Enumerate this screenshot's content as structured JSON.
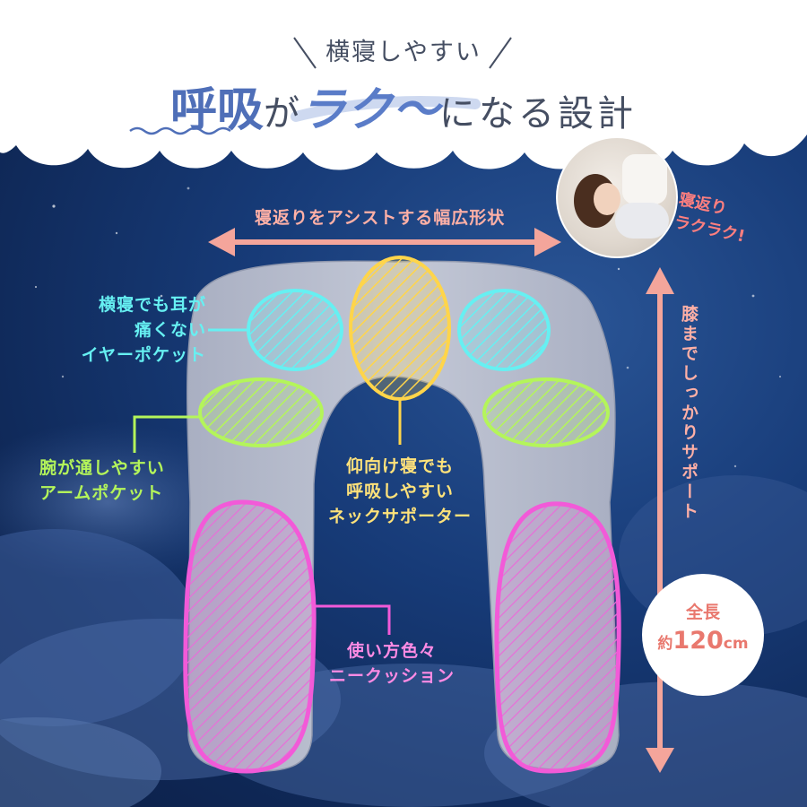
{
  "header": {
    "subtitle": "横寝しやすい",
    "title_part1": "呼吸",
    "title_part2": "が",
    "title_part3": "ラク〜",
    "title_part4": "になる設計"
  },
  "photo_caption": {
    "line1": "寝返り",
    "line2": "ラクラク!"
  },
  "width_label": "寝返りをアシストする幅広形状",
  "vertical_label": "膝までしっかりサポート",
  "length_badge": {
    "line1": "全長",
    "prefix": "約",
    "value": "120",
    "unit": "cm"
  },
  "callouts": {
    "ear_pocket": [
      "横寝でも耳が",
      "痛くない",
      "イヤーポケット"
    ],
    "arm_pocket": [
      "腕が通しやすい",
      "アームポケット"
    ],
    "neck_support": [
      "仰向け寝でも",
      "呼吸しやすい",
      "ネックサポーター"
    ],
    "knee_cushion": [
      "使い方色々",
      "ニークッション"
    ]
  },
  "colors": {
    "ear_pocket": "#66f0f2",
    "arm_pocket": "#b4f55a",
    "neck_support": "#ffd54a",
    "knee_cushion": "#f25ad8",
    "arrows": "#f4a59b",
    "pillow": "#b9bfcf"
  },
  "icons": [
    "width-arrow-icon",
    "height-arrow-icon",
    "wave-underline-icon"
  ]
}
